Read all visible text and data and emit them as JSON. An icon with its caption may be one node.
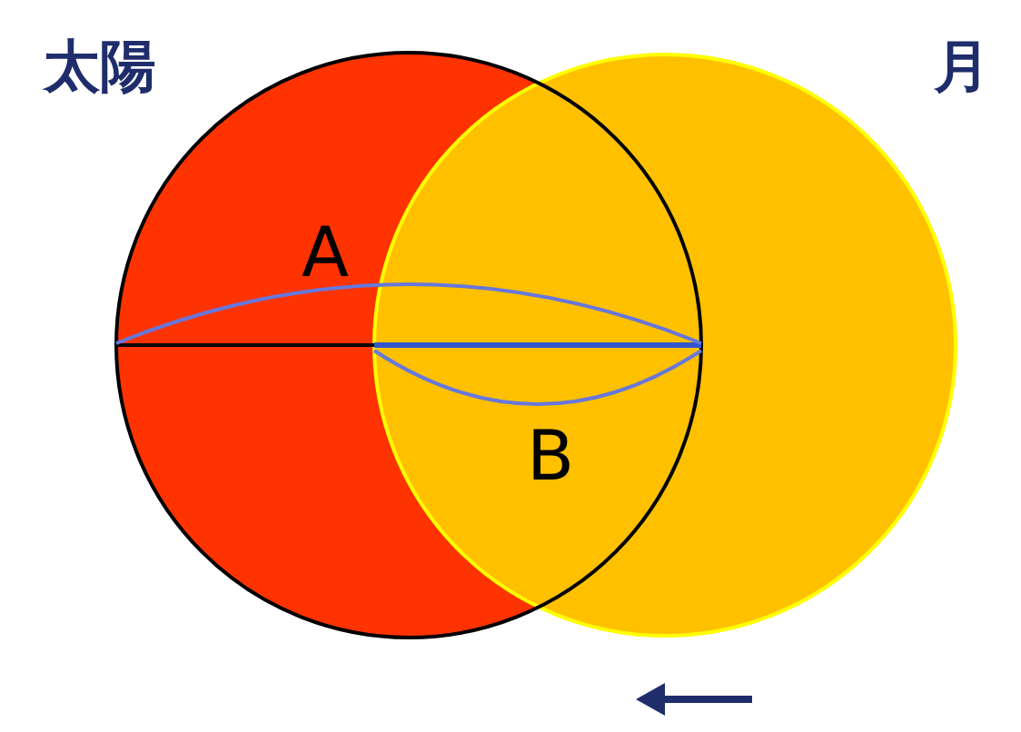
{
  "diagram": {
    "labels": [
      "太陽",
      "月",
      "A",
      "B"
    ]
  }
}
